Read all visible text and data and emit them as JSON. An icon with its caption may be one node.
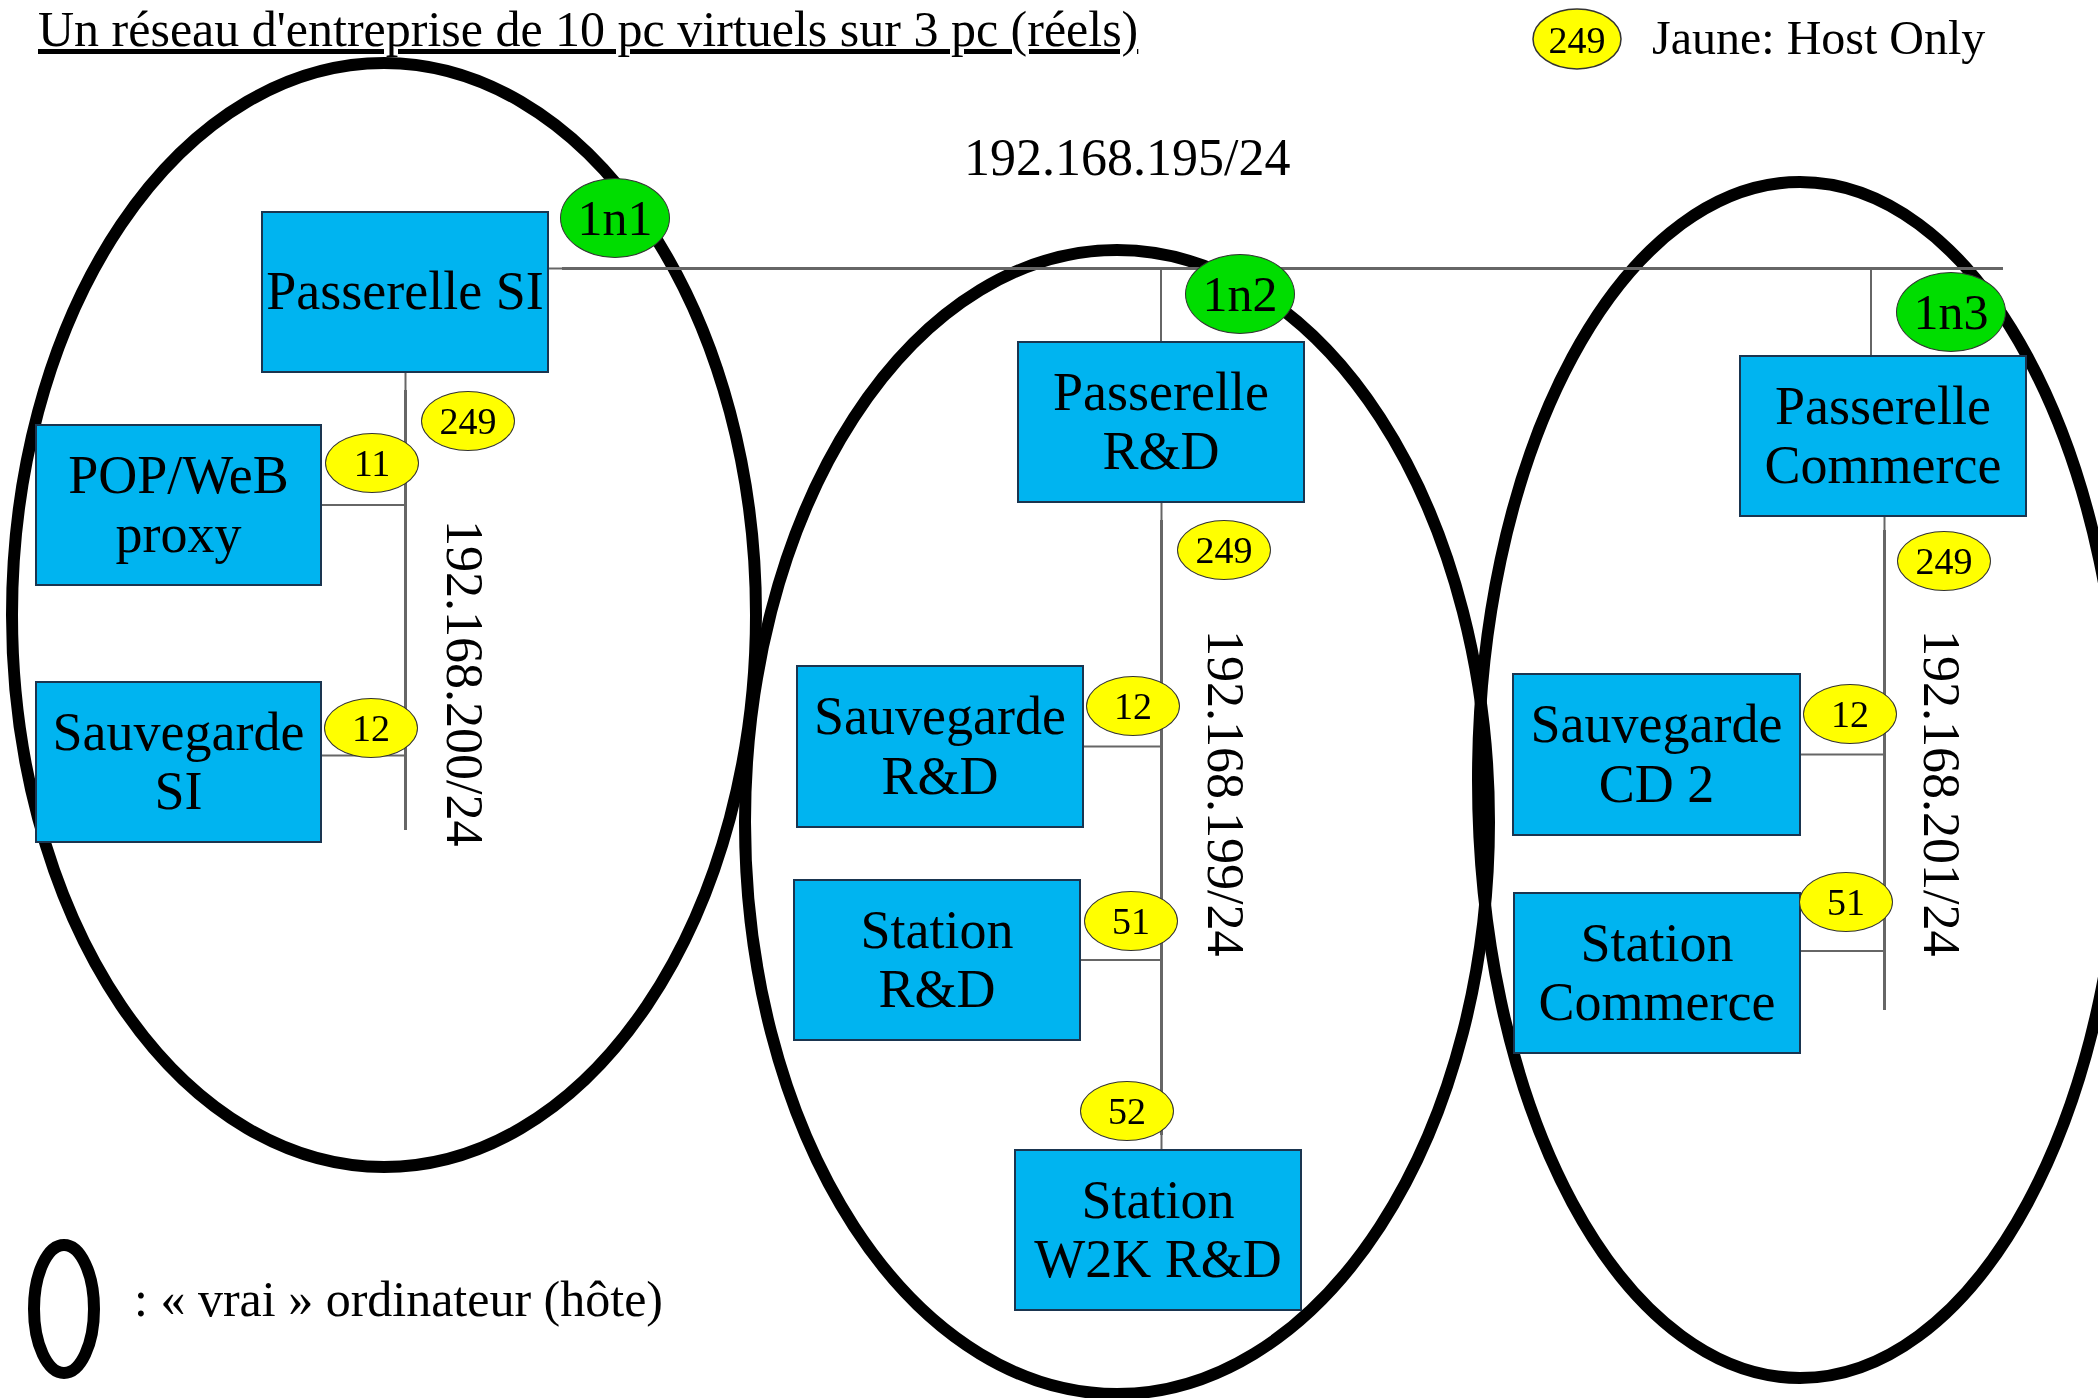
{
  "diagram": {
    "title": "Un réseau d'entreprise de 10 pc virtuels sur 3 pc (réels)",
    "nodes": [
      {
        "text": [
          "Passerelle SI"
        ]
      },
      {
        "text": [
          "1n1"
        ]
      },
      {
        "text": [],
        "shape": "bar"
      },
      {
        "text": [
          "1n2"
        ]
      },
      {
        "text": [
          "Passerelle R&D"
        ]
      },
      {
        "text": [
          "1n3"
        ]
      },
      {
        "text": [
          "Passerelle Commerce"
        ]
      },
      {
        "text": [
          "249"
        ]
      },
      {
        "text": [],
        "shape": "bar"
      },
      {
        "text": [
          "POP/WeB proxy"
        ]
      },
      {
        "text": [
          "11"
        ]
      },
      {
        "text": [
          "Sauvegarde SI"
        ]
      },
      {
        "text": [
          "12"
        ]
      },
      {
        "text": [
          "249"
        ]
      },
      {
        "text": [],
        "shape": "bar"
      },
      {
        "text": [
          "Sauvegarde R&D"
        ]
      },
      {
        "text": [
          "12"
        ]
      },
      {
        "text": [
          "Station R&D"
        ]
      },
      {
        "text": [
          "51"
        ]
      },
      {
        "text": [
          "52"
        ]
      },
      {
        "text": [
          "Station W2K R&D"
        ]
      },
      {
        "text": [
          "249"
        ]
      },
      {
        "text": [],
        "shape": "bar"
      },
      {
        "text": [
          "Sauvegarde CD 2"
        ]
      },
      {
        "text": [
          "12"
        ]
      },
      {
        "text": [
          "Station Commerce"
        ]
      },
      {
        "text": [
          "51"
        ]
      }
    ],
    "edges": [
      {
        "from": 0,
        "to": 2,
        "arrow": "none"
      },
      {
        "from": 4,
        "to": 2,
        "arrow": "none"
      },
      {
        "from": 6,
        "to": 2,
        "arrow": "none"
      },
      {
        "from": 0,
        "to": 8,
        "arrow": "none"
      },
      {
        "from": 9,
        "to": 8,
        "arrow": "none"
      },
      {
        "from": 11,
        "to": 8,
        "arrow": "none"
      },
      {
        "from": 4,
        "to": 14,
        "arrow": "none"
      },
      {
        "from": 15,
        "to": 14,
        "arrow": "none"
      },
      {
        "from": 17,
        "to": 14,
        "arrow": "none"
      },
      {
        "from": 20,
        "to": 14,
        "arrow": "none"
      },
      {
        "from": 6,
        "to": 22,
        "arrow": "none"
      },
      {
        "from": 23,
        "to": 22,
        "arrow": "none"
      },
      {
        "from": 25,
        "to": 22,
        "arrow": "none"
      }
    ],
    "labels": [
      "249",
      "192.168.195/24",
      "192.168.200/24",
      "192.168.199/24",
      "192.168.201/24"
    ],
    "legend": [
      {
        "text": "Jaune: Host Only",
        "color": "#ffff00"
      },
      {
        "text": ": « vrai » ordinateur (hôte)"
      }
    ]
  }
}
